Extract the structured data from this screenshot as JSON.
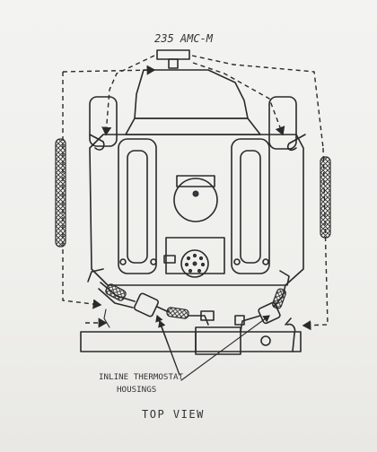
{
  "labels": {
    "engine_label": "235 AMC-M",
    "callout_line1": "INLINE THERMOSTAT",
    "callout_line2": "HOUSINGS",
    "view_label": "TOP VIEW"
  },
  "colors": {
    "paper": "#f1f1ee",
    "ink": "#2a2a2a"
  }
}
